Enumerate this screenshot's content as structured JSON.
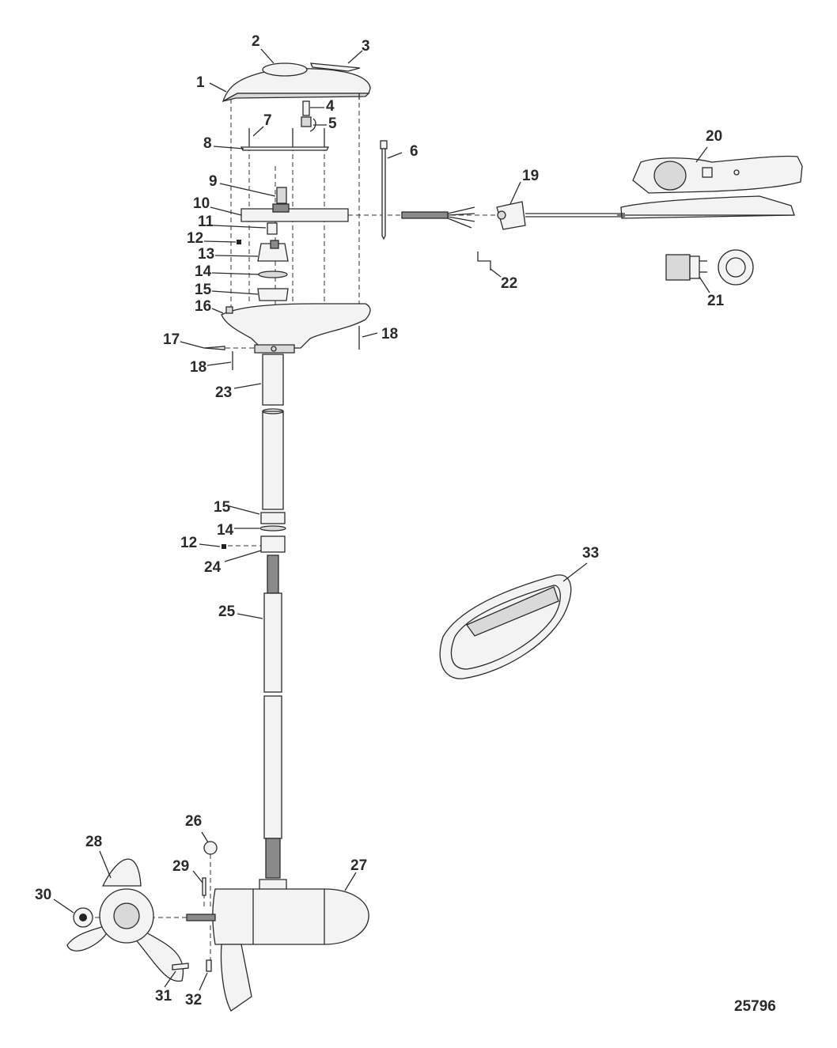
{
  "figure_number": "25796",
  "callouts": {
    "c1": "1",
    "c2": "2",
    "c3": "3",
    "c4": "4",
    "c5": "5",
    "c6": "6",
    "c7": "7",
    "c8": "8",
    "c9": "9",
    "c10": "10",
    "c11": "11",
    "c12a": "12",
    "c12b": "12",
    "c13": "13",
    "c14a": "14",
    "c14b": "14",
    "c15a": "15",
    "c15b": "15",
    "c16": "16",
    "c17": "17",
    "c18a": "18",
    "c18b": "18",
    "c19": "19",
    "c20": "20",
    "c21": "21",
    "c22": "22",
    "c23": "23",
    "c24": "24",
    "c25": "25",
    "c26": "26",
    "c27": "27",
    "c28": "28",
    "c29": "29",
    "c30": "30",
    "c31": "31",
    "c32": "32",
    "c33": "33"
  },
  "icons": [
    "head-cover",
    "control-head",
    "foot-pedal",
    "plug",
    "propeller",
    "motor",
    "mount-strap"
  ]
}
